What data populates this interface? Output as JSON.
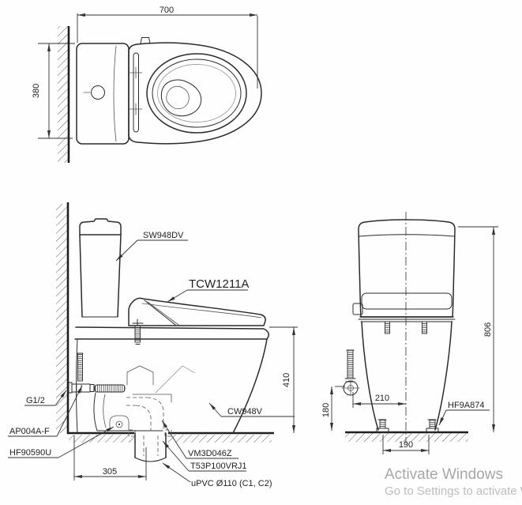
{
  "drawing": {
    "top_view": {
      "dim_width": "700",
      "dim_depth": "380"
    },
    "side_view": {
      "label_tank": "SW948DV",
      "label_washlet": "TCW1211A",
      "label_bowl": "CW948V",
      "label_inlet_thread": "G1/2",
      "label_stop_valve": "AP004A-F",
      "label_fixing": "HF90590U",
      "label_joint": "VM3D046Z",
      "label_flange": "T53P100VRJ1",
      "label_pipe": "uPVC Ø110 (C1, C2)",
      "dim_rim_height": "410",
      "dim_outlet_from_wall": "305"
    },
    "rear_view": {
      "label_floor_bolt": "HF9A874",
      "dim_total_height": "806",
      "dim_supply_height": "180",
      "dim_supply_offset": "210",
      "dim_bolt_spacing": "190"
    }
  },
  "watermark": {
    "title": "Activate Windows",
    "subtitle": "Go to Settings to activate W"
  }
}
